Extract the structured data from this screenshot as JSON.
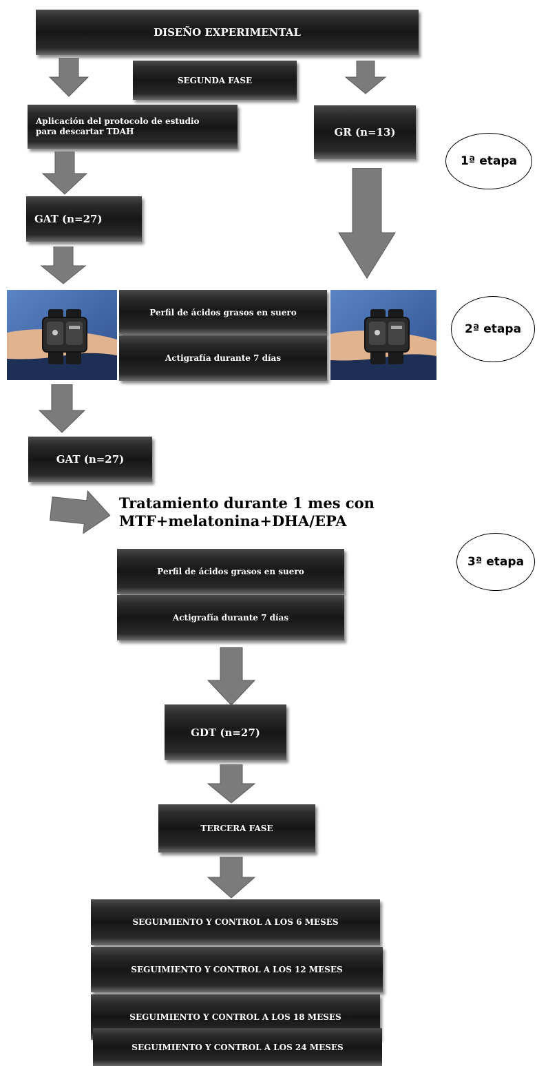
{
  "title": "DISEÑO EXPERIMENTAL",
  "phase2": "SEGUNDA FASE",
  "protocol": "Aplicación del protocolo de estudio para descartar TDAH",
  "gr": "GR (n=13)",
  "gat": "GAT (n=27)",
  "stages": {
    "s1": "1ª etapa",
    "s2": "2ª etapa",
    "s3": "3ª etapa"
  },
  "measures": {
    "fatty_acids": "Perfil de ácidos grasos en suero",
    "actigraphy": "Actigrafía durante 7 días"
  },
  "treatment": "Tratamiento durante 1 mes con MTF+melatonina+DHA/EPA",
  "gdt": "GDT (n=27)",
  "phase3": "TERCERA FASE",
  "followups": [
    "SEGUIMIENTO Y CONTROL A LOS 6 MESES",
    "SEGUIMIENTO Y CONTROL A LOS 12 MESES",
    "SEGUIMIENTO Y CONTROL A LOS 18 MESES",
    "SEGUIMIENTO Y CONTROL A LOS 24 MESES"
  ]
}
